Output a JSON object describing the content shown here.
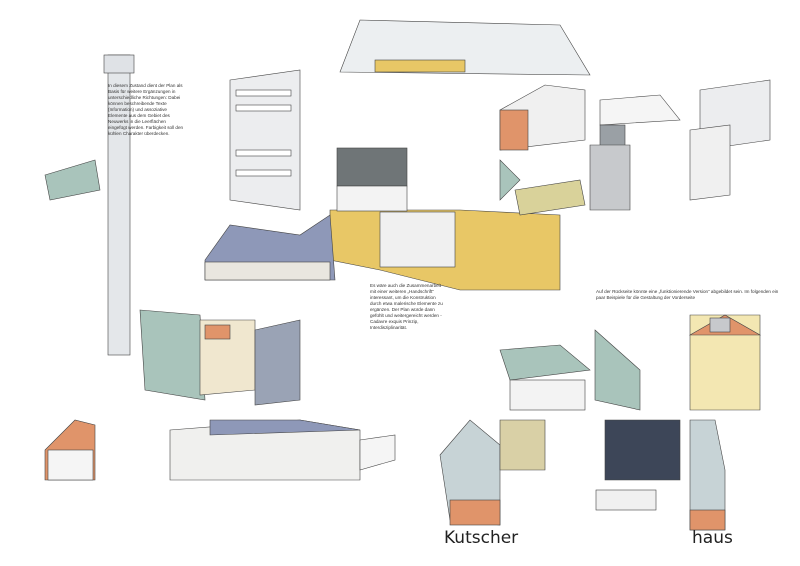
{
  "texts": {
    "block1": "In diesem Zustand dient der Plan als Basis für weitere Ergänzungen in unterschiedliche Richtungen: Dabei können beschreibende Texte (Information) und assoziative Elemente aus dem Gebiet des Neuwerks in die Leerflächen eingefügt werden. Farbigkeit soll den kühlen Charakter überdecken.",
    "block2": "Es wäre auch die Zusammenarbeit mit einer weiteren „Handschrift“ interessant, um die Konstruktion durch etwa malerische Elemente zu ergänzen. Der Plan würde dann gefühlt und weitergereicht werden - Cadavre exquis Prinzip, Interdisziplinarität.",
    "block3": "Auf der Rückseite könnte eine „funktionierende Version“ abgebildet sein. Im folgenden ein paar Beispiele für die Gestaltung der Vorderseite"
  },
  "labels": {
    "left": "Kutscher",
    "right": "haus"
  },
  "colors": {
    "roof_blue": "#8e98b8",
    "facade_yellow": "#e8c766",
    "terracotta": "#e0946a",
    "grey": "#c9ccd0",
    "green_roof": "#a9c4bb",
    "cream": "#f3e7b2"
  }
}
